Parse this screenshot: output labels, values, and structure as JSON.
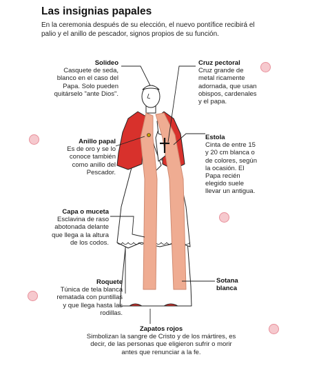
{
  "title": "Las insignias papales",
  "subtitle": "En la ceremonia después de su elección, el nuevo pontífice recibirá el palio y el anillo de pescador, signos propios de su función.",
  "labels": {
    "solideo": {
      "heading": "Solideo",
      "text": "Casquete de seda, blanco en el caso del Papa. Solo pueden quitárselo \"ante Dios\"."
    },
    "cruz": {
      "heading": "Cruz pectoral",
      "text": "Cruz grande de metal ricamente adornada, que usan obispos, cardenales y el papa."
    },
    "anillo": {
      "heading": "Anillo papal",
      "text": "Es de oro y se lo conoce también como anillo del Pescador."
    },
    "estola": {
      "heading": "Estola",
      "text": "Cinta de entre 15 y 20 cm blanca o de colores, según la ocasión. El Papa recién elegido suele llevar un antigua."
    },
    "capa": {
      "heading": "Capa o muceta",
      "text": "Esclavina de raso abotonada delante que llega a la altura de los codos."
    },
    "sotana": {
      "heading": "Sotana blanca",
      "text": ""
    },
    "roquete": {
      "heading": "Roquete",
      "text": "Túnica de tela blanca rematada con puntillas y que llega hasta las rodillas."
    },
    "zapatos": {
      "heading": "Zapatos rojos",
      "text": "Simbolizan la sangre de Cristo y de los mártires, es decir, de las personas que eligieron sufrir o morir antes que renunciar a la fe."
    }
  },
  "colors": {
    "cape": "#d8312c",
    "stole": "#efac92",
    "line": "#222222",
    "dot": "#f6c9ce"
  }
}
